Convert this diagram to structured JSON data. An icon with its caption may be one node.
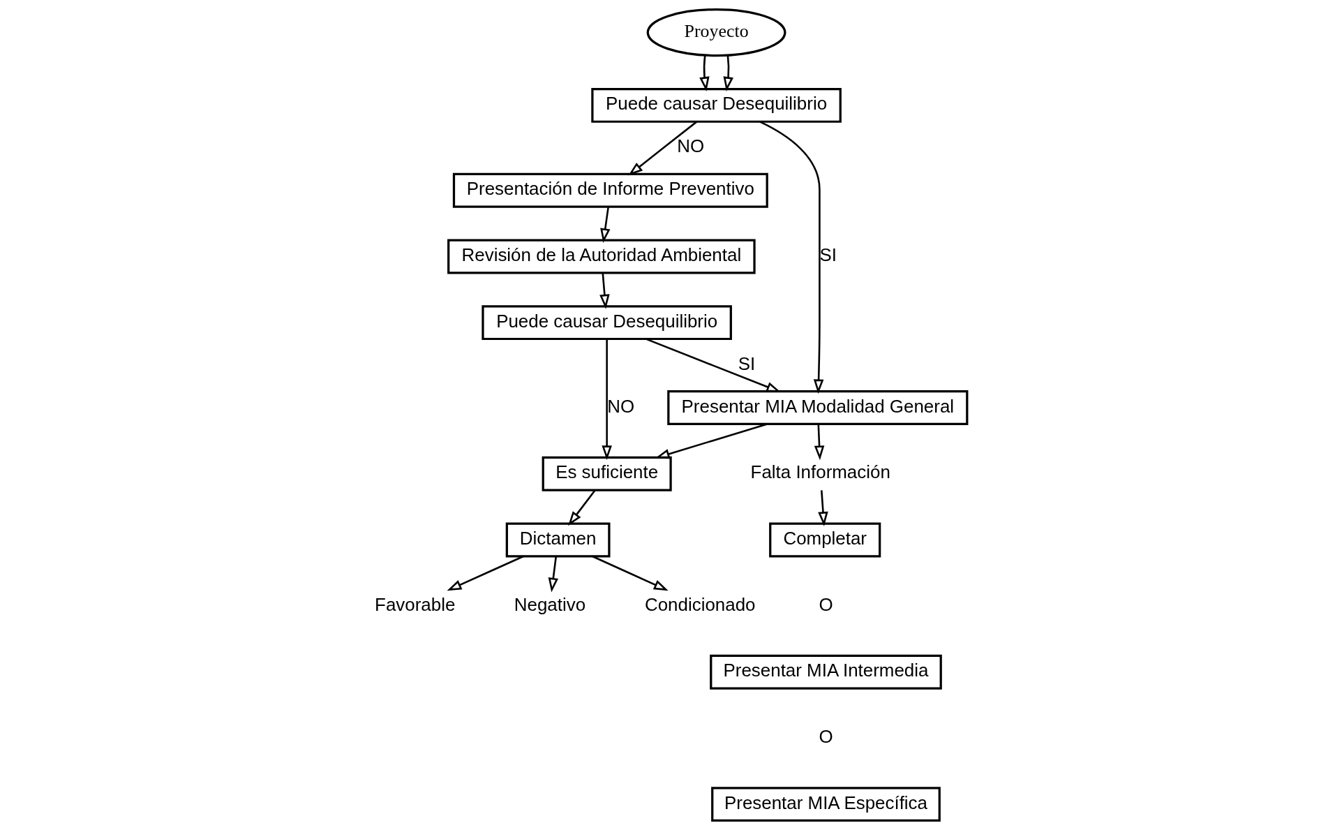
{
  "diagram": {
    "nodes": [
      {
        "text": [
          "Proyecto"
        ]
      },
      {
        "text": [
          "Puede causar Desequilibrio"
        ]
      },
      {
        "text": [
          "Presentación de Informe Preventivo"
        ]
      },
      {
        "text": [
          "Revisión de la Autoridad Ambiental"
        ]
      },
      {
        "text": [
          "Puede causar Desequilibrio"
        ]
      },
      {
        "text": [
          "Presentar MIA Modalidad General"
        ]
      },
      {
        "text": [
          "Falta Información"
        ]
      },
      {
        "text": [
          "Completar"
        ]
      },
      {
        "text": [
          "Presentar MIA Intermedia"
        ]
      },
      {
        "text": [
          "Presentar MIA Específica"
        ]
      },
      {
        "text": [
          "Es suficiente"
        ]
      },
      {
        "text": [
          "Dictamen"
        ]
      },
      {
        "text": [
          "Favorable"
        ]
      },
      {
        "text": [
          "Negativo"
        ]
      },
      {
        "text": [
          "Condicionado"
        ]
      }
    ],
    "edges": [
      {
        "from": 0,
        "to": 1,
        "arrow": "to"
      },
      {
        "from": 0,
        "to": 1,
        "arrow": "to"
      },
      {
        "from": 1,
        "to": 5,
        "label": "SI",
        "arrow": "to"
      },
      {
        "from": 1,
        "to": 2,
        "label": "NO",
        "arrow": "to"
      },
      {
        "from": 2,
        "to": 3,
        "arrow": "to"
      },
      {
        "from": 3,
        "to": 4,
        "arrow": "to"
      },
      {
        "from": 4,
        "to": 5,
        "label": "SI",
        "arrow": "to"
      },
      {
        "from": 4,
        "to": 10,
        "label": "NO",
        "arrow": "to"
      },
      {
        "from": 5,
        "to": 6,
        "arrow": "to"
      },
      {
        "from": 6,
        "to": 7,
        "arrow": "to"
      },
      {
        "from": 5,
        "to": 10,
        "arrow": "to"
      },
      {
        "from": 10,
        "to": 11,
        "arrow": "to"
      },
      {
        "from": 11,
        "to": 12,
        "arrow": "to"
      },
      {
        "from": 11,
        "to": 13,
        "arrow": "to"
      },
      {
        "from": 11,
        "to": 14,
        "arrow": "to"
      }
    ],
    "labels": [
      "O",
      "O"
    ]
  }
}
